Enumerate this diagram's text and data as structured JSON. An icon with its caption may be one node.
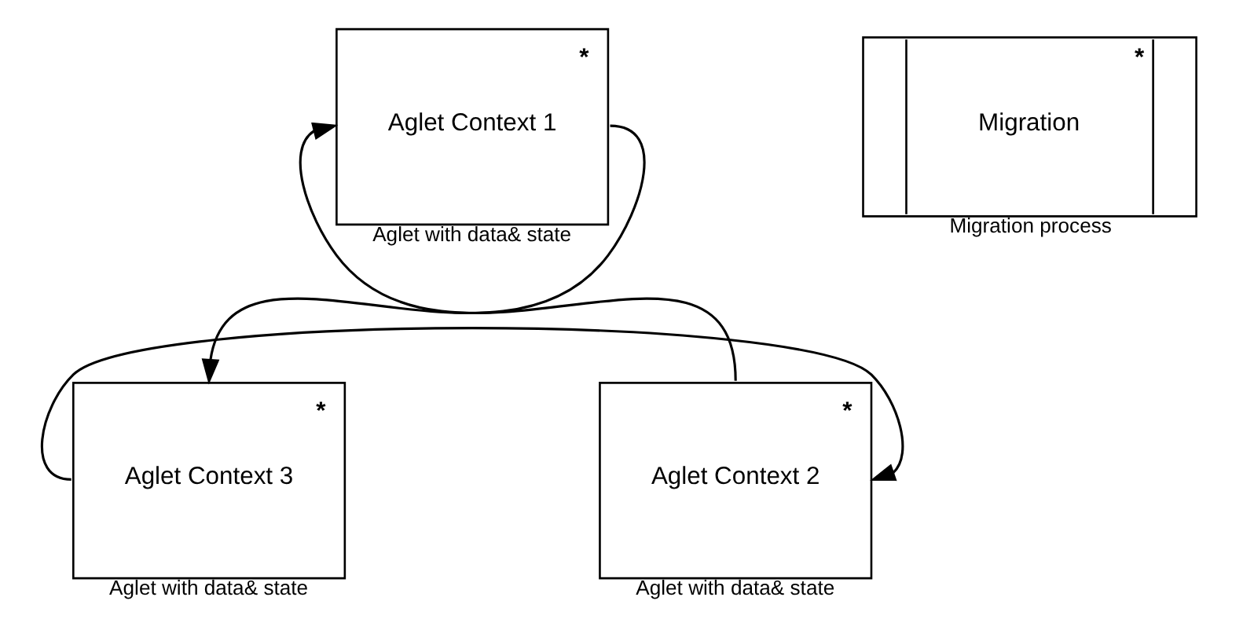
{
  "diagram": {
    "nodes": [
      {
        "text": [
          "Aglet Context 1",
          "*"
        ],
        "beside": [
          "Aglet with data& state"
        ]
      },
      {
        "text": [
          "Migration",
          "*"
        ],
        "beside": [
          "Migration process"
        ]
      },
      {
        "text": [
          "Aglet Context 2",
          "*"
        ],
        "beside": [
          "Aglet with data& state"
        ]
      },
      {
        "text": [
          "Aglet Context 3",
          "*"
        ],
        "beside": [
          "Aglet with data& state"
        ]
      }
    ],
    "edges": [
      {
        "from": 2,
        "to": 0,
        "arrow": "to"
      },
      {
        "from": 0,
        "to": 3,
        "arrow": "to"
      },
      {
        "from": 3,
        "to": 2,
        "arrow": "to"
      }
    ]
  }
}
